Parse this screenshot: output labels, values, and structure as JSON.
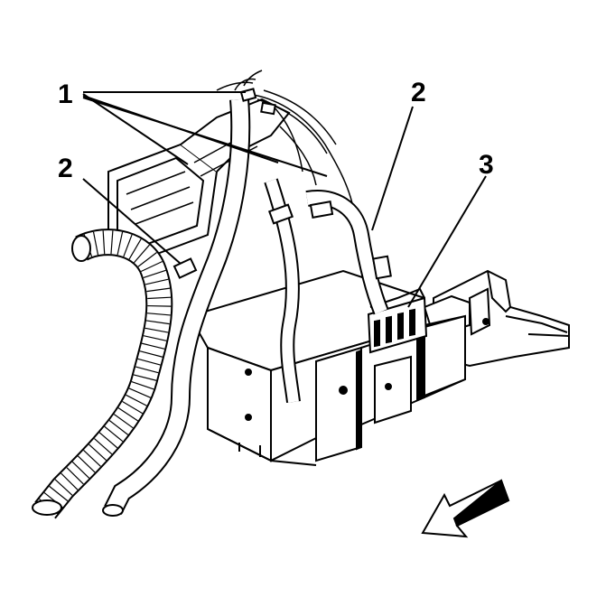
{
  "callouts": {
    "label_1": "1",
    "label_2_left": "2",
    "label_2_right": "2",
    "label_3": "3"
  },
  "colors": {
    "line": "#000000",
    "background": "#ffffff",
    "shade": "#d9d9d9"
  },
  "icons": {
    "direction_arrow": "arrow-forward-icon"
  }
}
